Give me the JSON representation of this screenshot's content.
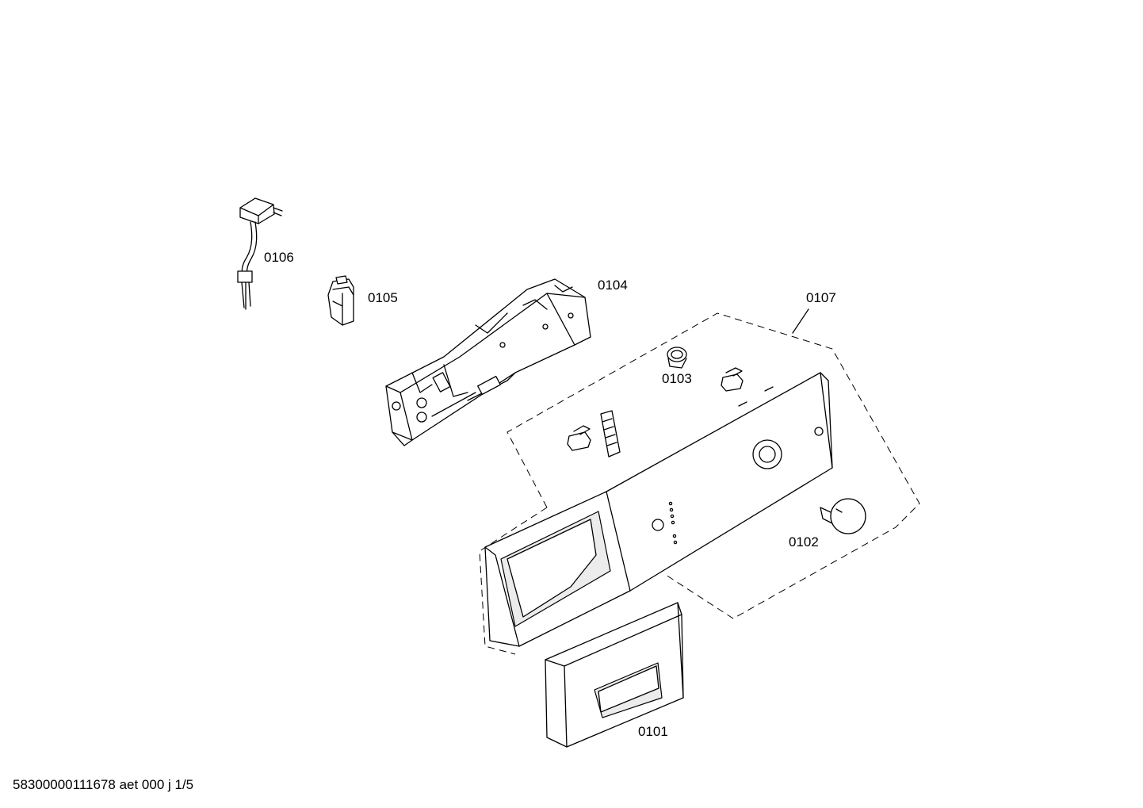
{
  "diagram": {
    "parts": [
      {
        "id": "0101",
        "label": "0101"
      },
      {
        "id": "0102",
        "label": "0102"
      },
      {
        "id": "0103",
        "label": "0103"
      },
      {
        "id": "0104",
        "label": "0104"
      },
      {
        "id": "0105",
        "label": "0105"
      },
      {
        "id": "0106",
        "label": "0106"
      },
      {
        "id": "0107",
        "label": "0107"
      }
    ],
    "footer": "58300000111678 aet 000 j 1/5"
  }
}
